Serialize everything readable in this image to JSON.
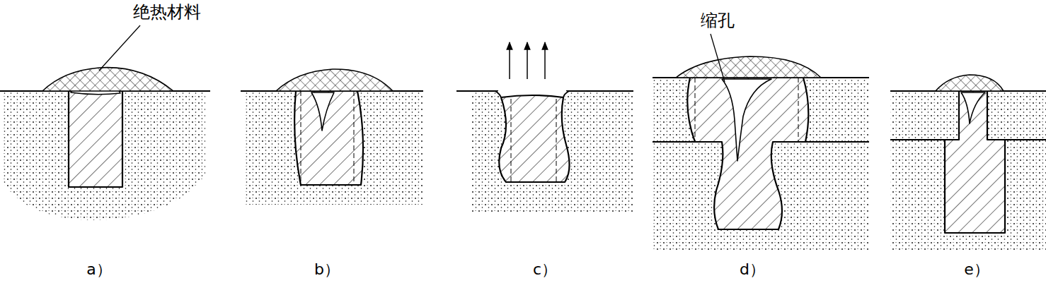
{
  "diagram": {
    "labels": [
      "绝热材料",
      "缩孔",
      "a）",
      "b）",
      "c）",
      "d）",
      "e）"
    ]
  }
}
